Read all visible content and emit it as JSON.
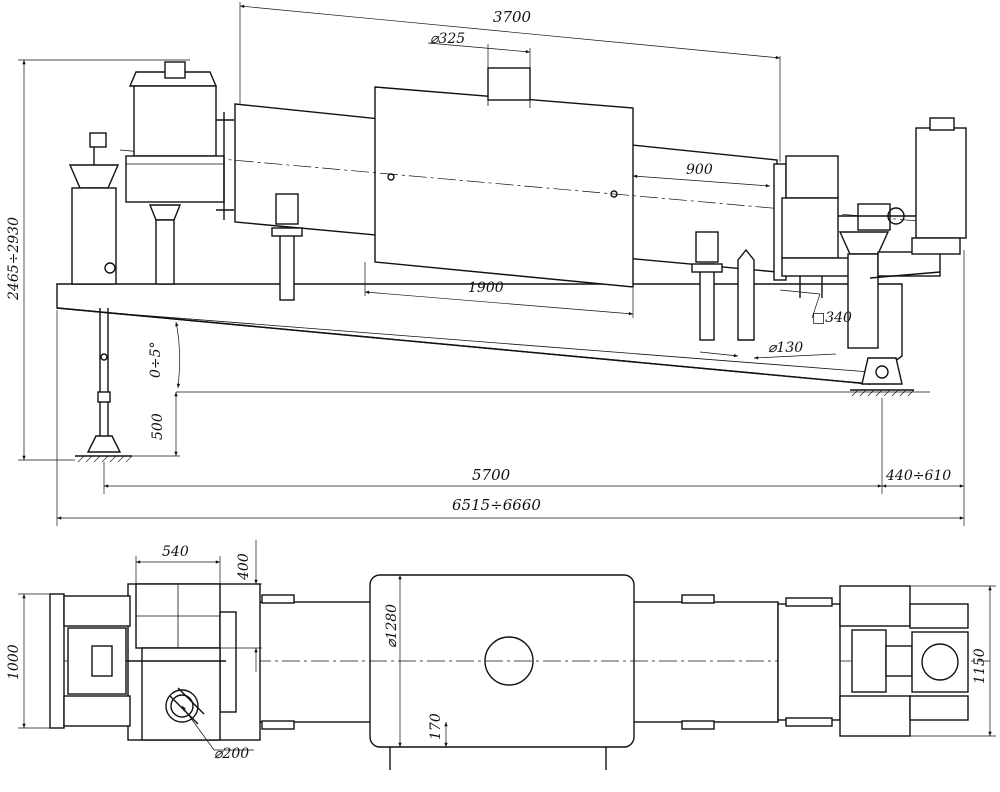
{
  "drawing": {
    "side_view": {
      "dim_total_length_top": "3700",
      "dim_outlet_diameter": "⌀325",
      "dim_right_section": "900",
      "dim_center_section": "1900",
      "dim_square_section": "□340",
      "dim_pipe_diameter": "⌀130",
      "dim_tilt_angle": "0÷5°",
      "dim_support_height": "500",
      "dim_overall_height": "2465÷2930",
      "dim_frame_length": "5700",
      "dim_right_offset": "440÷610",
      "dim_overall_length": "6515÷6660"
    },
    "top_view": {
      "dim_hopper_width": "540",
      "dim_hopper_depth": "400",
      "dim_drum_diameter": "⌀1280",
      "dim_leg_height": "170",
      "dim_inlet_diameter": "⌀200",
      "dim_frame_width": "1000",
      "dim_overall_width": "1150"
    }
  }
}
